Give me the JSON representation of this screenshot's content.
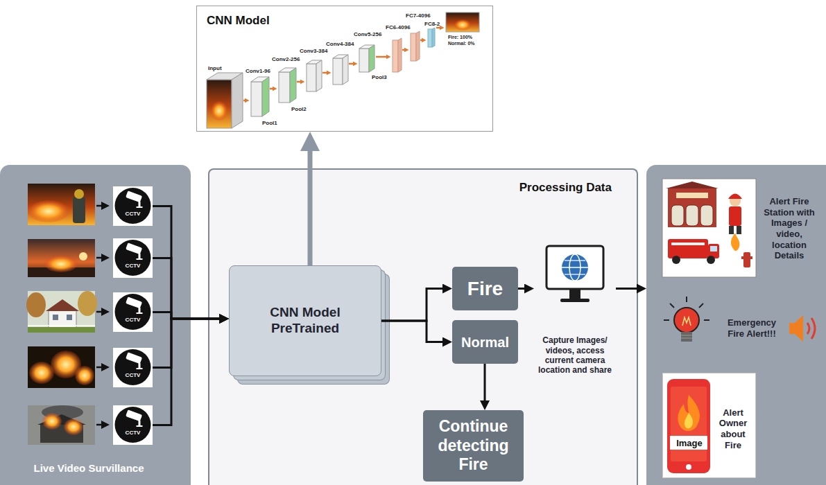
{
  "diagram": {
    "nodes": [
      {
        "text": [
          "CNN Model"
        ]
      },
      {
        "text": [
          "Live Video Survillance"
        ]
      },
      {
        "text": [
          "CCTV"
        ],
        "in": 1
      },
      {
        "text": [
          "CCTV"
        ],
        "in": 1
      },
      {
        "text": [
          "CCTV"
        ],
        "in": 1
      },
      {
        "text": [
          "CCTV"
        ],
        "in": 1
      },
      {
        "text": [
          "CCTV"
        ],
        "in": 1
      },
      {
        "text": [
          "Processing Data"
        ]
      },
      {
        "text": [
          "CNN Model PreTrained"
        ],
        "in": 7
      },
      {
        "text": [
          "Fire"
        ],
        "in": 7
      },
      {
        "text": [
          "Normal"
        ],
        "in": 7
      },
      {
        "text": [
          "Continue detecting Fire"
        ],
        "in": 7
      },
      {
        "text": [
          "Capture Images/ videos, access current camera location and share"
        ],
        "in": 7
      },
      {
        "text": []
      },
      {
        "text": [
          "Alert Fire Station with Images / video, location Details"
        ],
        "in": 13
      },
      {
        "text": [
          "Emergency Fire Alert!!!"
        ],
        "in": 13
      },
      {
        "text": [
          "Image",
          "Alert Owner about Fire"
        ],
        "in": 13
      }
    ],
    "edges": [
      {
        "from": 2,
        "to": 8,
        "arrow": "to"
      },
      {
        "from": 3,
        "to": 8,
        "arrow": "to"
      },
      {
        "from": 4,
        "to": 8,
        "arrow": "to"
      },
      {
        "from": 5,
        "to": 8,
        "arrow": "to"
      },
      {
        "from": 6,
        "to": 8,
        "arrow": "to"
      },
      {
        "from": 8,
        "to": 0,
        "arrow": "to"
      },
      {
        "from": 8,
        "to": 9,
        "arrow": "to"
      },
      {
        "from": 8,
        "to": 10,
        "arrow": "to"
      },
      {
        "from": 10,
        "to": 11,
        "arrow": "to"
      },
      {
        "from": 9,
        "to": 12,
        "arrow": "to"
      },
      {
        "from": 12,
        "to": 13,
        "arrow": "to"
      }
    ],
    "labels": [
      "Input",
      "Conv1-96",
      "Pool1",
      "Conv2-256",
      "Pool2",
      "Conv3-384",
      "Conv4-384",
      "Conv5-256",
      "Pool3",
      "FC6-4096",
      "FC7-4096",
      "FC8-2",
      "Fire: 100%",
      "Normal: 0%"
    ]
  }
}
